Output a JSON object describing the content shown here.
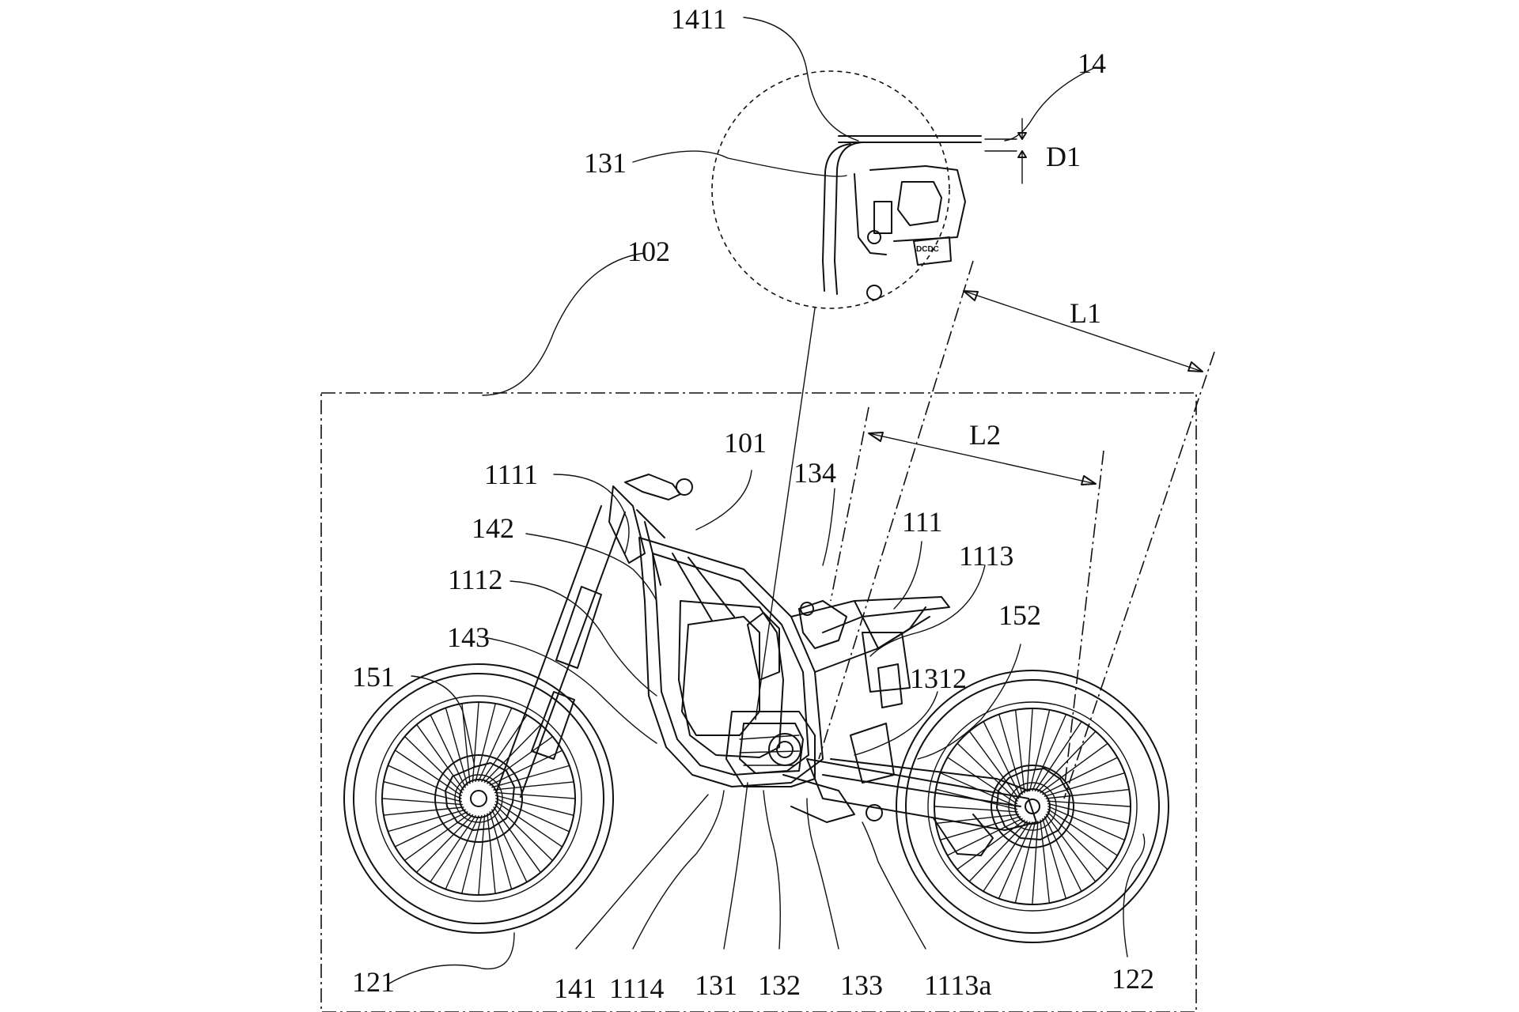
{
  "labels": {
    "l1411": "1411",
    "l14": "14",
    "l131_top": "131",
    "d1": "D1",
    "l102": "102",
    "l1": "L1",
    "l2": "L2",
    "l101": "101",
    "l134": "134",
    "l1111": "1111",
    "l142": "142",
    "l111": "111",
    "l1113": "1113",
    "l1112": "1112",
    "l152": "152",
    "l143": "143",
    "l1312": "1312",
    "l151": "151",
    "l121": "121",
    "l141": "141",
    "l1114": "1114",
    "l131_bottom": "131",
    "l132": "132",
    "l133": "133",
    "l1113a": "1113a",
    "l122": "122",
    "dcdc": "DCDC"
  }
}
